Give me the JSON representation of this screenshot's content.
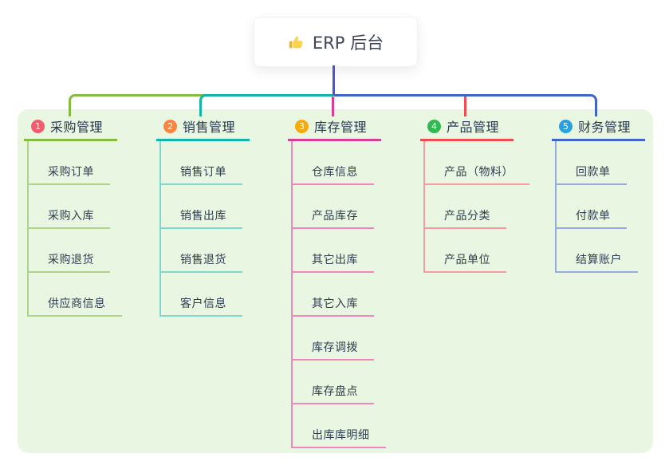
{
  "root": {
    "label": "ERP 后台",
    "icon": "thumbs-up-icon"
  },
  "colors": {
    "page_bg": "#ffffff",
    "panel_bg": "#e9f6e2",
    "root_connector": "#4b55d0",
    "root_text": "#3c4657"
  },
  "branches": [
    {
      "number": "1",
      "title": "采购管理",
      "badge_color": "#f25d6d",
      "line_color": "#85bb40",
      "sub_line_color": "#aed487",
      "children": [
        "采购订单",
        "采购入库",
        "采购退货",
        "供应商信息"
      ]
    },
    {
      "number": "2",
      "title": "销售管理",
      "badge_color": "#f8863f",
      "line_color": "#13b5aa",
      "sub_line_color": "#7fd8cf",
      "children": [
        "销售订单",
        "销售出库",
        "销售退货",
        "客户信息"
      ]
    },
    {
      "number": "3",
      "title": "库存管理",
      "badge_color": "#f6ab0c",
      "line_color": "#da3c96",
      "sub_line_color": "#ef86bf",
      "children": [
        "仓库信息",
        "产品库存",
        "其它出库",
        "其它入库",
        "库存调拨",
        "库存盘点",
        "出库库明细"
      ]
    },
    {
      "number": "4",
      "title": "产品管理",
      "badge_color": "#30b950",
      "line_color": "#f24c52",
      "sub_line_color": "#f79ba0",
      "children": [
        "产品（物料）",
        "产品分类",
        "产品单位"
      ]
    },
    {
      "number": "5",
      "title": "财务管理",
      "badge_color": "#2ba0dd",
      "line_color": "#4164ca",
      "sub_line_color": "#96aade",
      "children": [
        "回款单",
        "付款单",
        "结算账户"
      ]
    }
  ]
}
